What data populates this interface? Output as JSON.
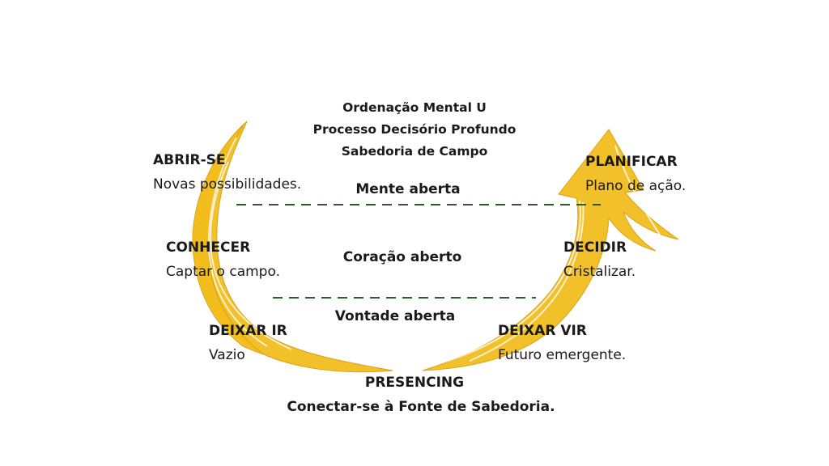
{
  "title": {
    "line1": "Ordenação Mental U",
    "line2": "Processo Decisório Profundo",
    "line3": "Sabedoria de Campo"
  },
  "left": {
    "abrir": {
      "head": "ABRIR-SE",
      "sub": "Novas possibilidades."
    },
    "conhecer": {
      "head": "CONHECER",
      "sub": "Captar o campo."
    },
    "deixar_ir": {
      "head": "DEIXAR IR",
      "sub": "Vazio"
    }
  },
  "right": {
    "planificar": {
      "head": "PLANIFICAR",
      "sub": "Plano de ação."
    },
    "decidir": {
      "head": "DECIDIR",
      "sub": "Cristalizar."
    },
    "deixar_vir": {
      "head": "DEIXAR VIR",
      "sub": "Futuro emergente."
    }
  },
  "center": {
    "mente": "Mente aberta",
    "coracao": "Coração aberto",
    "vontade": "Vontade  aberta"
  },
  "bottom": {
    "presencing": "PRESENCING",
    "conectar": "Conectar-se à  Fonte de Sabedoria."
  },
  "colors": {
    "arrow": "#f2bd1d",
    "arrow_dark": "#d99e0f",
    "dash": "#2f5a2f"
  }
}
